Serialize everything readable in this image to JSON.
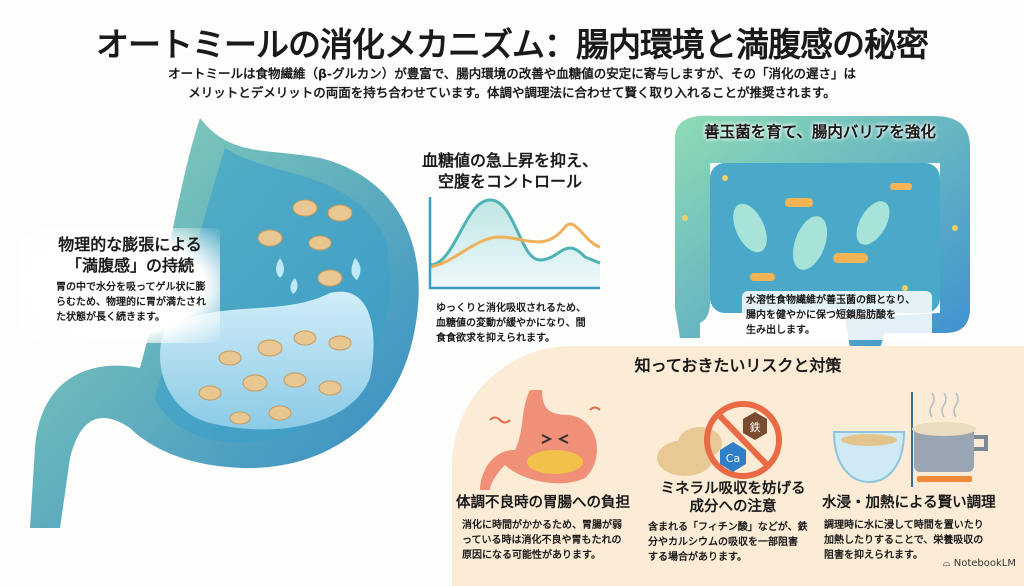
{
  "title": "オートミールの消化メカニズム：腸内環境と満腹感の秘密",
  "subtitle": [
    "オートミールは食物繊維（β-グルカン）が豊富で、腸内環境の改善や血糖値の安定に寄与しますが、その「消化の遅さ」は",
    "メリットとデメリットの両面を持ち合わせています。体調や調理法に合わせて賢く取り入れることが推奨されます。"
  ],
  "satiety": {
    "title": [
      "物理的な膨張による",
      "「満腹感」の持続"
    ],
    "text": [
      "胃の中で水分を吸ってゲル状に膨",
      "らむため、物理的に胃が満たされ",
      "た状態が長く続きます。"
    ]
  },
  "blood_sugar": {
    "title": [
      "血糖値の急上昇を抑え、",
      "空腹をコントロール"
    ],
    "text": [
      "ゆっくりと消化吸収されるため、",
      "血糖値の変動が緩やかになり、間",
      "食食欲求を抑えられます。"
    ]
  },
  "gut": {
    "title": "善玉菌を育て、腸内バリアを強化",
    "text": [
      "水溶性食物繊維が善玉菌の餌となり、",
      "腸内を健やかに保つ短鎖脂肪酸を",
      "生み出します。"
    ]
  },
  "risks": {
    "title": "知っておきたいリスクと対策",
    "items": [
      {
        "title": [
          "体調不良時の胃腸への負担"
        ],
        "text": [
          "消化に時間がかかるため、胃腸が弱",
          "っている時は消化不良や胃もたれの",
          "原因になる可能性があります。"
        ]
      },
      {
        "title": [
          "ミネラル吸収を妨げる",
          "成分への注意"
        ],
        "text": [
          "含まれる「フィチン酸」などが、鉄",
          "分やカルシウムの吸収を一部阻害",
          "する場合があります。"
        ],
        "labels": [
          "鉄",
          "Ca"
        ]
      },
      {
        "title": [
          "水浸・加熱による賢い調理"
        ],
        "text": [
          "調理時に水に浸して時間を置いたり",
          "加熱したりすることで、栄養吸収の",
          "阻害を抑えられます。"
        ]
      }
    ]
  },
  "brand": "NotebookLM"
}
